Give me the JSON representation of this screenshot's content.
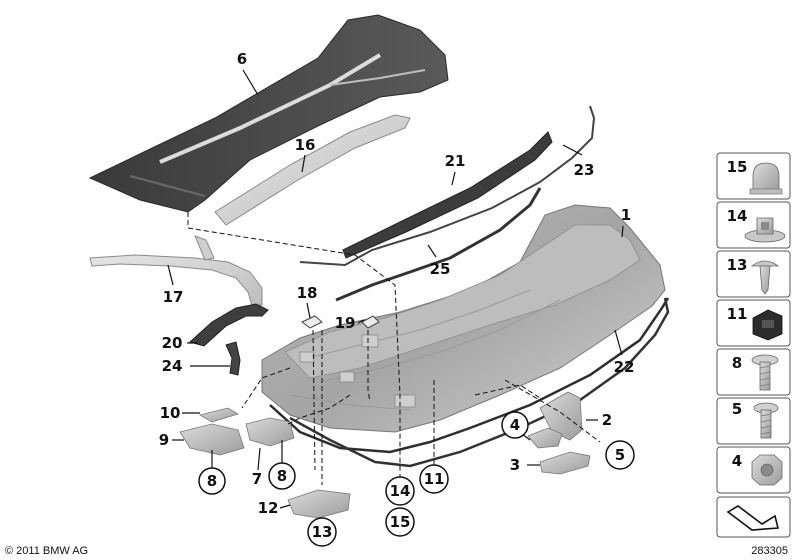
{
  "callouts": {
    "c6": "6",
    "c16": "16",
    "c21": "21",
    "c23": "23",
    "c1": "1",
    "c25": "25",
    "c17": "17",
    "c18": "18",
    "c19": "19",
    "c20": "20",
    "c24": "24",
    "c22": "22",
    "c10": "10",
    "c9": "9",
    "c7": "7",
    "c12": "12",
    "c2": "2",
    "c3": "3",
    "c11": "11"
  },
  "circled": {
    "k8a": "8",
    "k8b": "8",
    "k13": "13",
    "k14": "14",
    "k15": "15",
    "k4": "4",
    "k5": "5"
  },
  "sidebar": {
    "items": [
      "15",
      "14",
      "13",
      "11",
      "8",
      "5",
      "4"
    ]
  },
  "footer": {
    "copyright": "© 2011 BMW AG",
    "diagram_number": "283305"
  }
}
